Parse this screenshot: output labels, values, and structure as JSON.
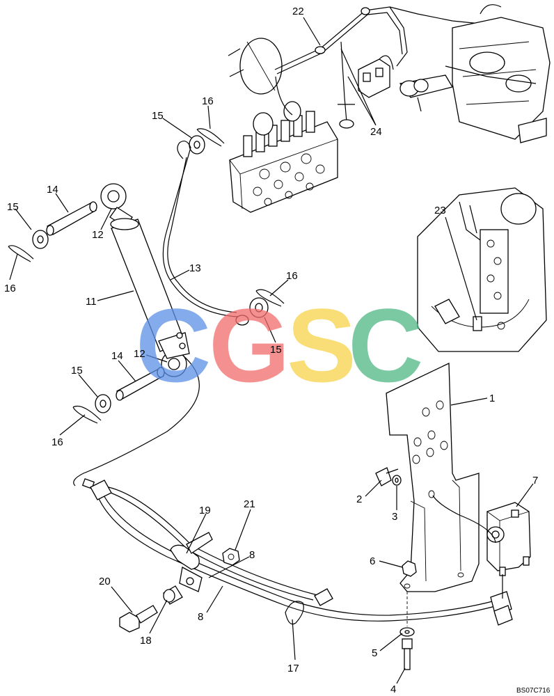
{
  "callouts": [
    {
      "id": "c1",
      "text": "1"
    },
    {
      "id": "c2",
      "text": "2"
    },
    {
      "id": "c3",
      "text": "3"
    },
    {
      "id": "c4",
      "text": "4"
    },
    {
      "id": "c5",
      "text": "5"
    },
    {
      "id": "c6",
      "text": "6"
    },
    {
      "id": "c7",
      "text": "7"
    },
    {
      "id": "c8a",
      "text": "8"
    },
    {
      "id": "c8b",
      "text": "8"
    },
    {
      "id": "c11",
      "text": "11"
    },
    {
      "id": "c12a",
      "text": "12"
    },
    {
      "id": "c12b",
      "text": "12"
    },
    {
      "id": "c13",
      "text": "13"
    },
    {
      "id": "c14a",
      "text": "14"
    },
    {
      "id": "c14b",
      "text": "14"
    },
    {
      "id": "c15a",
      "text": "15"
    },
    {
      "id": "c15b",
      "text": "15"
    },
    {
      "id": "c15c",
      "text": "15"
    },
    {
      "id": "c15d",
      "text": "15"
    },
    {
      "id": "c16a",
      "text": "16"
    },
    {
      "id": "c16b",
      "text": "16"
    },
    {
      "id": "c16c",
      "text": "16"
    },
    {
      "id": "c16d",
      "text": "16"
    },
    {
      "id": "c17",
      "text": "17"
    },
    {
      "id": "c18",
      "text": "18"
    },
    {
      "id": "c19",
      "text": "19"
    },
    {
      "id": "c20",
      "text": "20"
    },
    {
      "id": "c21",
      "text": "21"
    },
    {
      "id": "c22",
      "text": "22"
    },
    {
      "id": "c23",
      "text": "23"
    },
    {
      "id": "c24",
      "text": "24"
    }
  ],
  "drawing_code": "BS07C716",
  "watermark": {
    "letters": [
      "C",
      "G",
      "S",
      "C"
    ],
    "colors": [
      "#5b8fe6",
      "#f26b6b",
      "#f7d24a",
      "#4fb884"
    ]
  }
}
